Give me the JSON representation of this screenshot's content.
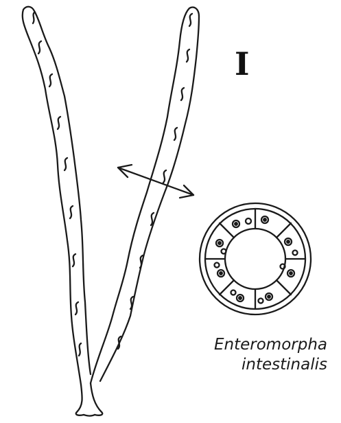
{
  "figure": {
    "label": "I",
    "species_line1": "Enteromorpha",
    "species_line2": "intestinalis"
  },
  "colors": {
    "ink": "#1a1a1a",
    "background": "#ffffff"
  }
}
